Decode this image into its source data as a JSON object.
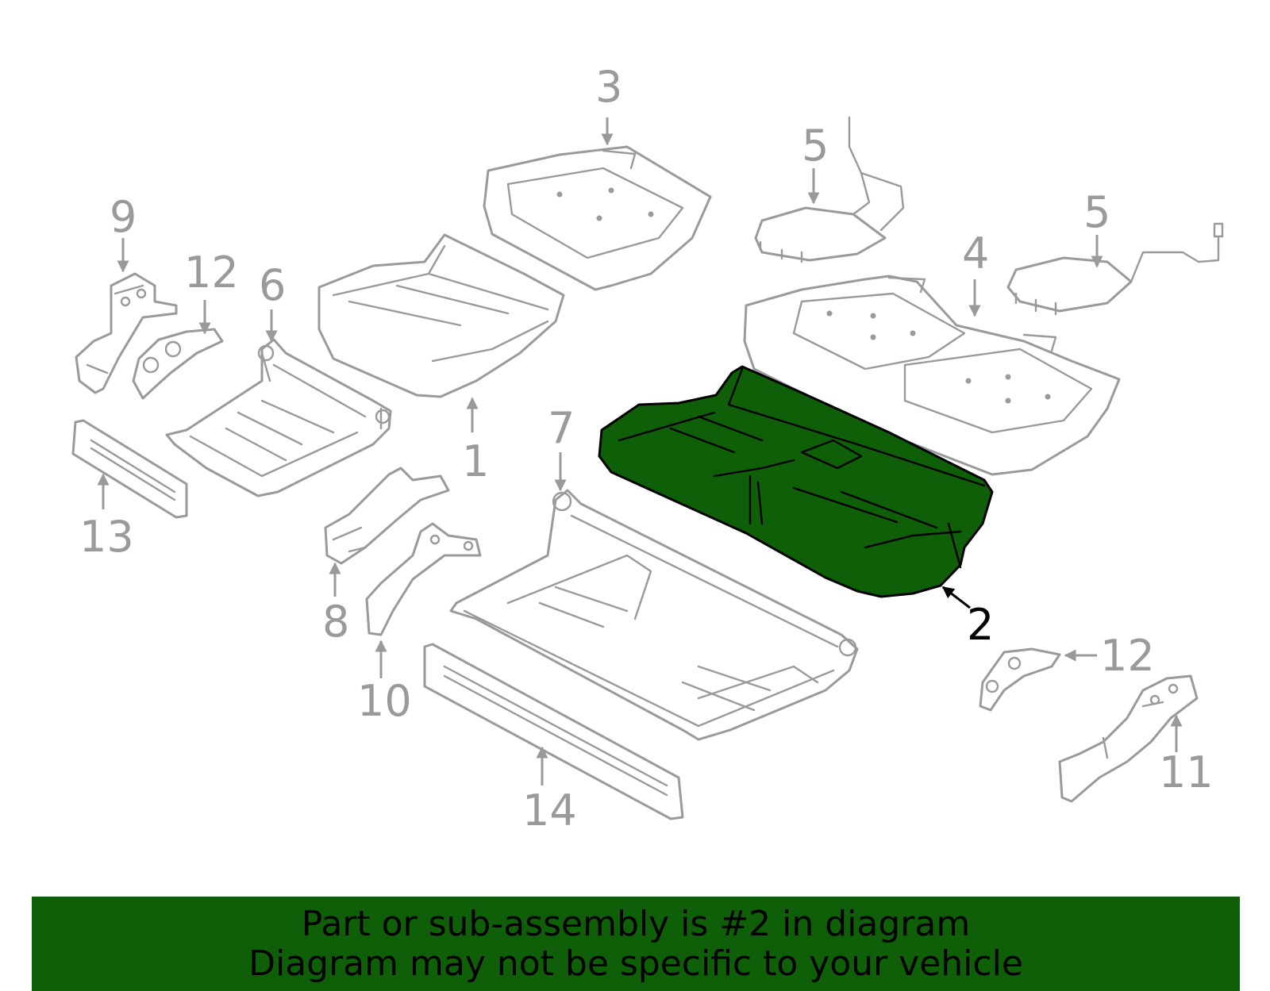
{
  "callouts": [
    {
      "id": "1",
      "label": "1"
    },
    {
      "id": "2",
      "label": "2"
    },
    {
      "id": "3",
      "label": "3"
    },
    {
      "id": "4",
      "label": "4"
    },
    {
      "id": "5a",
      "label": "5"
    },
    {
      "id": "5b",
      "label": "5"
    },
    {
      "id": "6",
      "label": "6"
    },
    {
      "id": "7",
      "label": "7"
    },
    {
      "id": "8",
      "label": "8"
    },
    {
      "id": "9",
      "label": "9"
    },
    {
      "id": "10",
      "label": "10"
    },
    {
      "id": "11",
      "label": "11"
    },
    {
      "id": "12a",
      "label": "12"
    },
    {
      "id": "12b",
      "label": "12"
    },
    {
      "id": "13",
      "label": "13"
    },
    {
      "id": "14",
      "label": "14"
    }
  ],
  "highlighted_part": "2",
  "colors": {
    "highlight": "#0f5e08",
    "part_line": "#9a9a9a",
    "banner": "#0f5e08"
  },
  "banner": {
    "line1": "Part or sub-assembly is #2 in diagram",
    "line2": "Diagram may not be specific to your vehicle"
  }
}
